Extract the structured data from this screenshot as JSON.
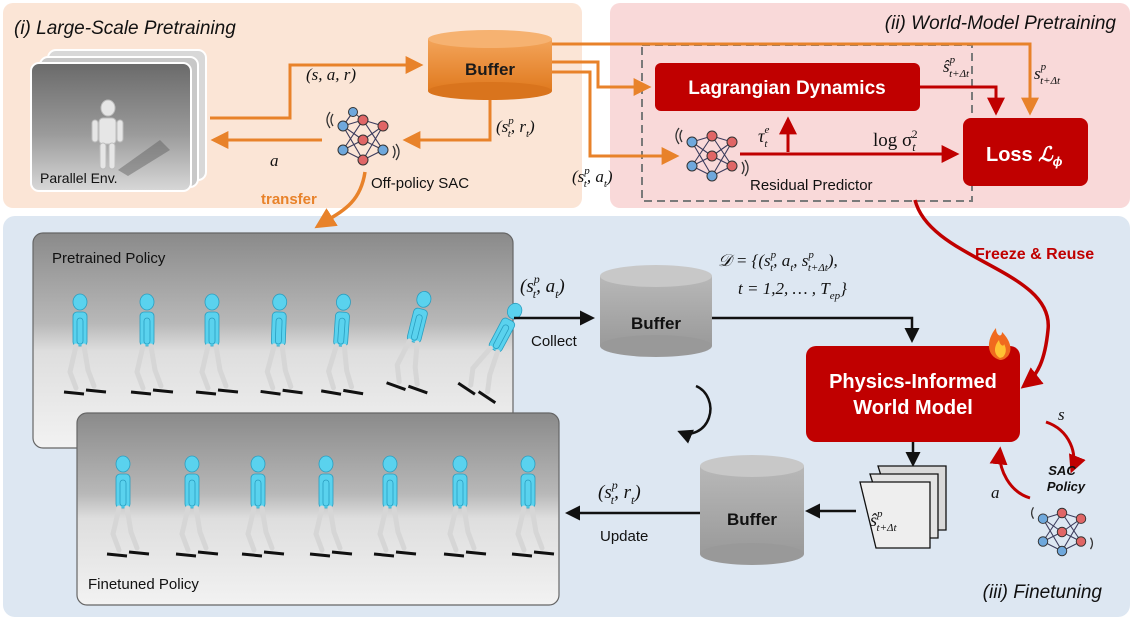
{
  "sections": {
    "pretraining": "(i) Large-Scale Pretraining",
    "world_model": "(ii) World-Model Pretraining",
    "finetuning": "(iii) Finetuning"
  },
  "pretraining": {
    "env_label": "Parallel Env.",
    "buffer_label": "Buffer",
    "sar_label": "(s, a, r)",
    "action_label": "a",
    "sp_r_label": "(s",
    "policy_label": "Off-policy SAC",
    "transfer_label": "transfer"
  },
  "world_model": {
    "lagrangian_label": "Lagrangian Dynamics",
    "residual_label": "Residual Predictor",
    "loss_label": "Loss ",
    "loss_symbol": "ℒ",
    "loss_sub": "ϕ",
    "log_sigma": "log σ",
    "tau": "τ",
    "s_hat": "ŝ",
    "s_plain": "s"
  },
  "finetuning": {
    "freeze_label": "Freeze & Reuse",
    "pretrained_label": "Pretrained Policy",
    "finetuned_label": "Finetuned Policy",
    "collect_label": "Collect",
    "update_label": "Update",
    "buffer_top": "Buffer",
    "buffer_bottom": "Buffer",
    "pwm_line1": "Physics-Informed",
    "pwm_line2": "World Model",
    "sac_line1": "SAC",
    "sac_line2": "Policy",
    "s_label": "s",
    "a_label": "a",
    "dataset_line1": "𝒟 = {(s",
    "dataset_line2": "t = 1,2, … , T"
  },
  "colors": {
    "orange": "#e8822a",
    "dark_red": "#c00000",
    "peach_bg": "#fbe5d6",
    "pink_bg": "#f8d7d7",
    "blue_bg": "#dce6f1",
    "robot_cyan": "#5ad2ee",
    "gray_panel": "#8c8c8c"
  }
}
